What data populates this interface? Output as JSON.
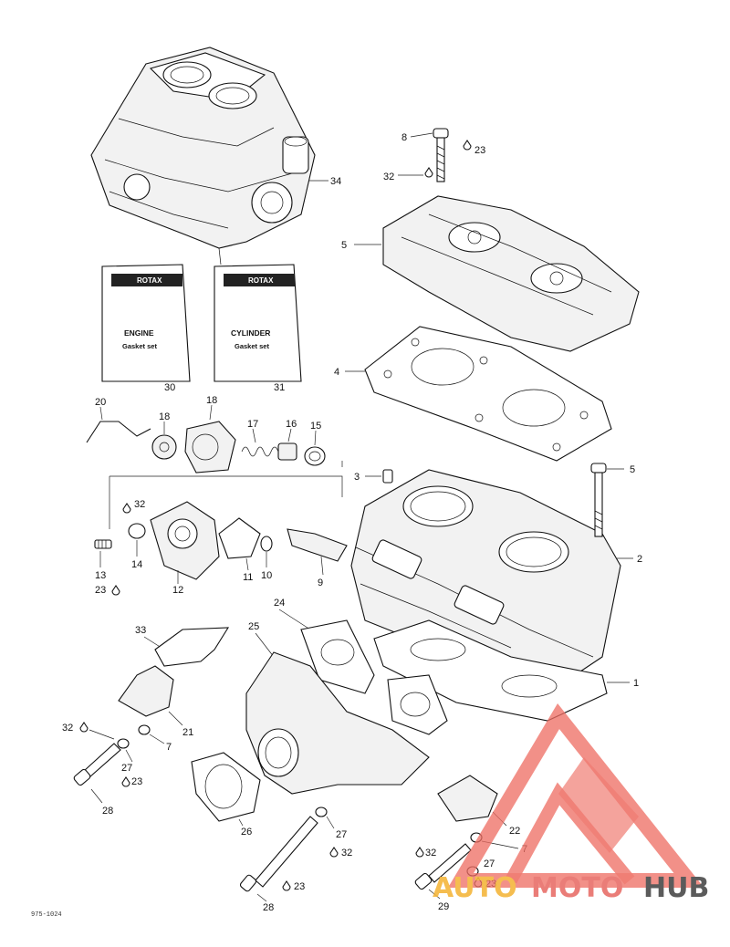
{
  "kits": [
    {
      "brand": "ROTAX",
      "title": "ENGINE",
      "subtitle": "Gasket set",
      "ref": "30"
    },
    {
      "brand": "ROTAX",
      "title": "CYLINDER",
      "subtitle": "Gasket set",
      "ref": "31"
    }
  ],
  "callouts": {
    "c1": "1",
    "c2": "2",
    "c3": "3",
    "c4": "4",
    "c5": "5",
    "c6": "5",
    "c8": "8",
    "c23a": "23",
    "c32a": "32",
    "c34": "34",
    "c20": "20",
    "c18": "18",
    "c18b": "18",
    "c17": "17",
    "c16": "16",
    "c15": "15",
    "c32b": "32",
    "c13": "13",
    "c23b": "23",
    "c14": "14",
    "c12": "12",
    "c11": "11",
    "c10": "10",
    "c9": "9",
    "c24": "24",
    "c25": "25",
    "c33": "33",
    "c21": "21",
    "c7a": "7",
    "c32c": "32",
    "c27a": "27",
    "c23c": "23",
    "c28a": "28",
    "c26": "26",
    "c27b": "27",
    "c32d": "32",
    "c23d": "23",
    "c28b": "28",
    "c22": "22",
    "c7b": "7",
    "c32e": "32",
    "c29": "29",
    "c27c": "27",
    "c23e": "23"
  },
  "footer_code": "975-1024",
  "watermark": {
    "part1": "AUTO",
    "part2": "MOTO",
    "part3": "HUB",
    "color1": "#f4b63d",
    "color2": "#e8706a",
    "color3": "#4a4a4a",
    "logo_color": "#ee6e64"
  }
}
